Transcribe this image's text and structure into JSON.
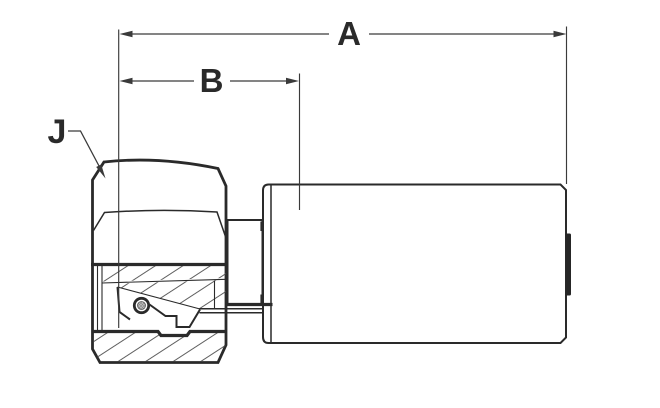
{
  "drawing": {
    "type": "technical-drawing",
    "subject": "hose-fitting-half-section",
    "labels": {
      "dim_a": "A",
      "dim_b": "B",
      "callout_j": "J"
    },
    "colors": {
      "line": "#2a2a2a",
      "dim_line": "#3a3a3a",
      "background": "#ffffff",
      "hatch": "#4d4d4d",
      "oring_core": "#c4c4c4"
    }
  }
}
